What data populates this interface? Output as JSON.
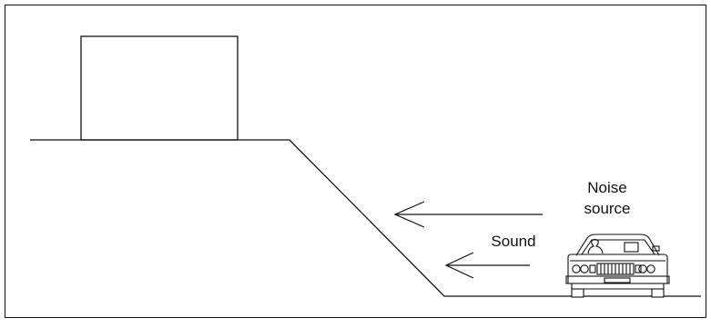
{
  "diagram": {
    "labels": {
      "noise_line1": "Noise",
      "noise_line2": "source",
      "sound": "Sound"
    },
    "elements": {
      "building": "building",
      "embankment": "embankment-slope",
      "car": "car",
      "arrows": "sound-arrows"
    },
    "colors": {
      "stroke": "#111111",
      "background": "#ffffff"
    }
  }
}
